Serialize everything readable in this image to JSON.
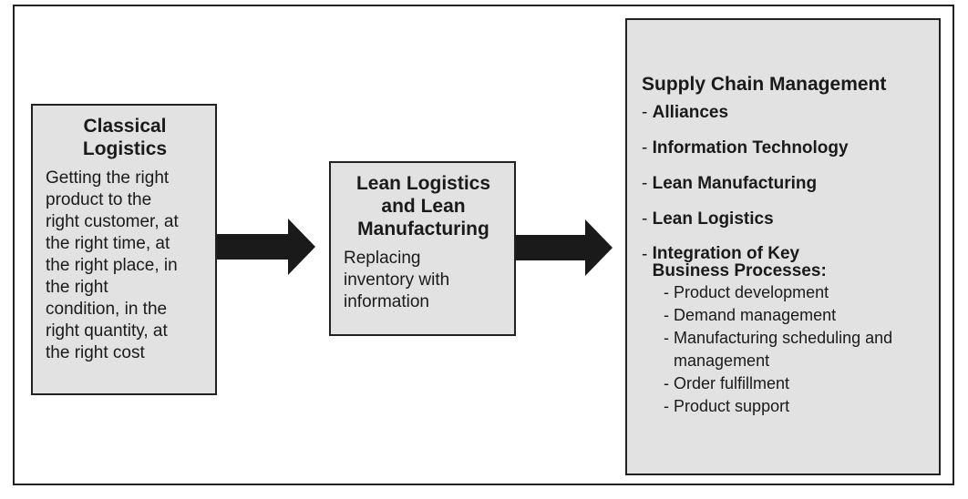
{
  "classical": {
    "title_line1": "Classical",
    "title_line2": "Logistics",
    "lines": [
      "Getting the right",
      "product to the",
      "right customer, at",
      "the right time, at",
      "the right place, in",
      "the right",
      "condition, in the",
      "right quantity, at",
      "the right cost"
    ]
  },
  "lean": {
    "title_line1": "Lean Logistics",
    "title_line2": "and Lean",
    "title_line3": "Manufacturing",
    "lines": [
      "Replacing",
      "inventory with",
      "information"
    ]
  },
  "scm": {
    "title": "Supply Chain Management",
    "dash": "-",
    "items": [
      "Alliances",
      "Information Technology",
      "Lean Manufacturing",
      "Lean Logistics"
    ],
    "integration_line1": "Integration of Key",
    "integration_line2": "Business Processes:",
    "sub_items": [
      "Product development",
      "Demand management",
      "Manufacturing scheduling and management",
      "Order fulfillment",
      "Product support"
    ]
  },
  "colors": {
    "box_fill": "#e2e2e2",
    "border": "#222222",
    "arrow": "#1a1a1a"
  }
}
